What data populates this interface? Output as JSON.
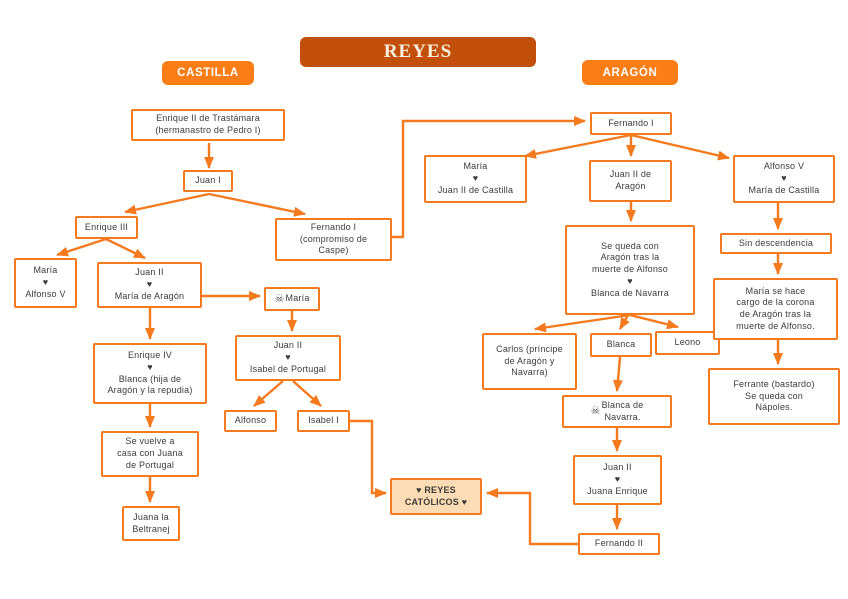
{
  "header": {
    "title": "REYES",
    "castilla_label": "CASTILLA",
    "aragon_label": "ARAGÓN"
  },
  "colors": {
    "accent_orange": "#F5791D",
    "header_orange": "#FA7D16",
    "title_brown": "#C2500B",
    "catolicos_fill": "#FBDCB4",
    "text_dark": "#3B3B3B"
  },
  "icons": {
    "skull": "☠",
    "heart": "♥"
  },
  "nodes": {
    "enrique_ii": {
      "text": "Enrique II de Trastámara\n(hermanastro de Pedro I)"
    },
    "juan_i": {
      "text": "Juan I"
    },
    "enrique_iii": {
      "text": "Enrique III"
    },
    "fernando_i_caspe": {
      "text": "Fernando I\n(compromiso de\nCaspe)"
    },
    "maria_alfonso_v": {
      "text": "María\n♥\nAlfonso V"
    },
    "juan_ii_maria_aragon": {
      "text": "Juan II\n♥\nMaría de Aragón"
    },
    "maria_fallecida": {
      "icon": "☠",
      "text": "María"
    },
    "juan_ii_isabel_portugal": {
      "text": "Juan II\n♥\nIsabel de Portugal"
    },
    "alfonso": {
      "text": "Alfonso"
    },
    "isabel_i": {
      "text": "Isabel I"
    },
    "enrique_iv": {
      "text": "Enrique IV\n♥\nBlanca (hija de\nAragón y la repudia)"
    },
    "se_vuelve": {
      "text": "Se vuelve a\ncasa con Juana\nde Portugal"
    },
    "juana_beltraneja": {
      "text": "Juana la\nBeltranej"
    },
    "fernando_i": {
      "text": "Fernando I"
    },
    "maria_juan_ii_castilla": {
      "text": "María\n♥\nJuan II de Castilla"
    },
    "juan_ii_aragon": {
      "text": "Juan II de\nAragón"
    },
    "alfonso_v_maria_castilla": {
      "text": "Alfonso V\n♥\nMaría de Castilla"
    },
    "se_queda_aragon": {
      "text": "Se queda con\nAragón tras la\nmuerte de Alfonso\n♥\nBlanca de Navarra"
    },
    "carlos": {
      "text": "Carlos (príncipe\nde Aragón y\nNavarra)"
    },
    "blanca": {
      "text": "Blanca"
    },
    "leonor": {
      "text": "Leono"
    },
    "blanca_navarra": {
      "icon": "☠",
      "text": "Blanca de\nNavarra."
    },
    "juan_ii_juana_enrique": {
      "text": "Juan II\n♥\nJuana Enrique"
    },
    "fernando_ii": {
      "text": "Fernando II"
    },
    "sin_descendencia": {
      "text": "Sin descendencia"
    },
    "maria_corona": {
      "text": "María se hace\ncargo de la corona\nde Aragón tras la\nmuerte de Alfonso."
    },
    "ferrante": {
      "text": "Ferrante (bastardo)\nSe queda con\nNápoles."
    },
    "reyes_catolicos": {
      "text": "♥ REYES\nCATÓLICOS ♥"
    }
  }
}
